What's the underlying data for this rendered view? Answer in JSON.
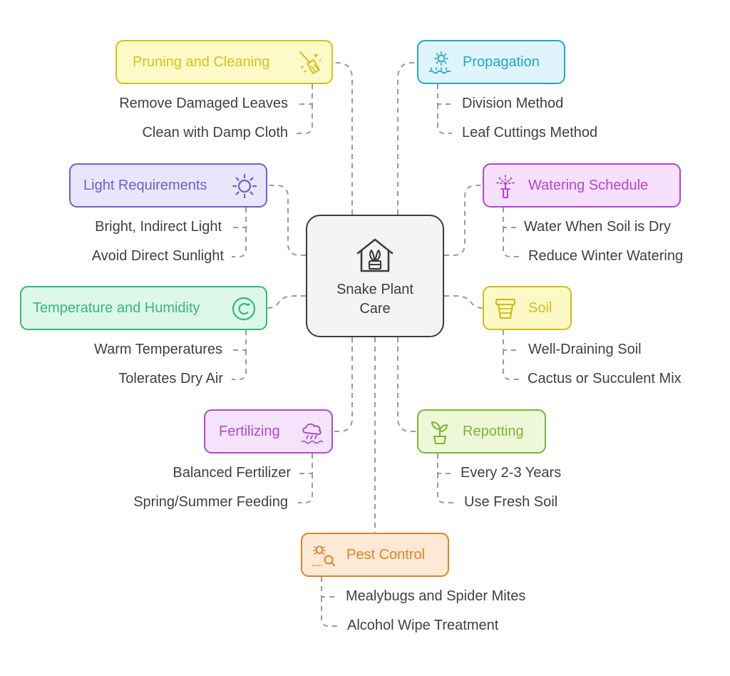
{
  "center": {
    "title_line1": "Snake Plant",
    "title_line2": "Care",
    "icon": "plant-house-icon"
  },
  "topics": {
    "pruning": {
      "label": "Pruning and Cleaning",
      "icon": "broom-icon",
      "color": "#d4c31a",
      "fill": "#fdfac8",
      "items": [
        "Remove Damaged Leaves",
        "Clean with Damp Cloth"
      ]
    },
    "light": {
      "label": "Light Requirements",
      "icon": "sun-icon",
      "color": "#6e5fce",
      "fill": "#e9e6fb",
      "items": [
        "Bright, Indirect Light",
        "Avoid Direct Sunlight"
      ]
    },
    "temperature": {
      "label": "Temperature and Humidity",
      "icon": "thermostat-icon",
      "color": "#36b77d",
      "fill": "#ddf7e8",
      "items": [
        "Warm Temperatures",
        "Tolerates Dry Air"
      ]
    },
    "fertilizing": {
      "label": "Fertilizing",
      "icon": "rain-cloud-icon",
      "color": "#ae4bce",
      "fill": "#f5e2fb",
      "items": [
        "Balanced Fertilizer",
        "Spring/Summer Feeding"
      ]
    },
    "propagation": {
      "label": "Propagation",
      "icon": "sprout-sun-icon",
      "color": "#22a7c7",
      "fill": "#dff4fb",
      "items": [
        "Division Method",
        "Leaf Cuttings Method"
      ]
    },
    "watering": {
      "label": "Watering Schedule",
      "icon": "sprinkler-icon",
      "color": "#b247cf",
      "fill": "#f6e0fb",
      "items": [
        "Water When Soil is Dry",
        "Reduce Winter Watering"
      ]
    },
    "soil": {
      "label": "Soil",
      "icon": "pot-icon",
      "color": "#d1bd17",
      "fill": "#fdf9c6",
      "items": [
        "Well-Draining Soil",
        "Cactus or Succulent Mix"
      ]
    },
    "repotting": {
      "label": "Repotting",
      "icon": "potted-plant-icon",
      "color": "#7eb530",
      "fill": "#eef8d9",
      "items": [
        "Every 2-3 Years",
        "Use Fresh Soil"
      ]
    },
    "pest": {
      "label": "Pest Control",
      "icon": "bug-search-icon",
      "color": "#e08324",
      "fill": "#fde9d5",
      "items": [
        "Mealybugs and Spider Mites",
        "Alcohol Wipe Treatment"
      ]
    }
  },
  "connector_color": "#9a9a9a"
}
